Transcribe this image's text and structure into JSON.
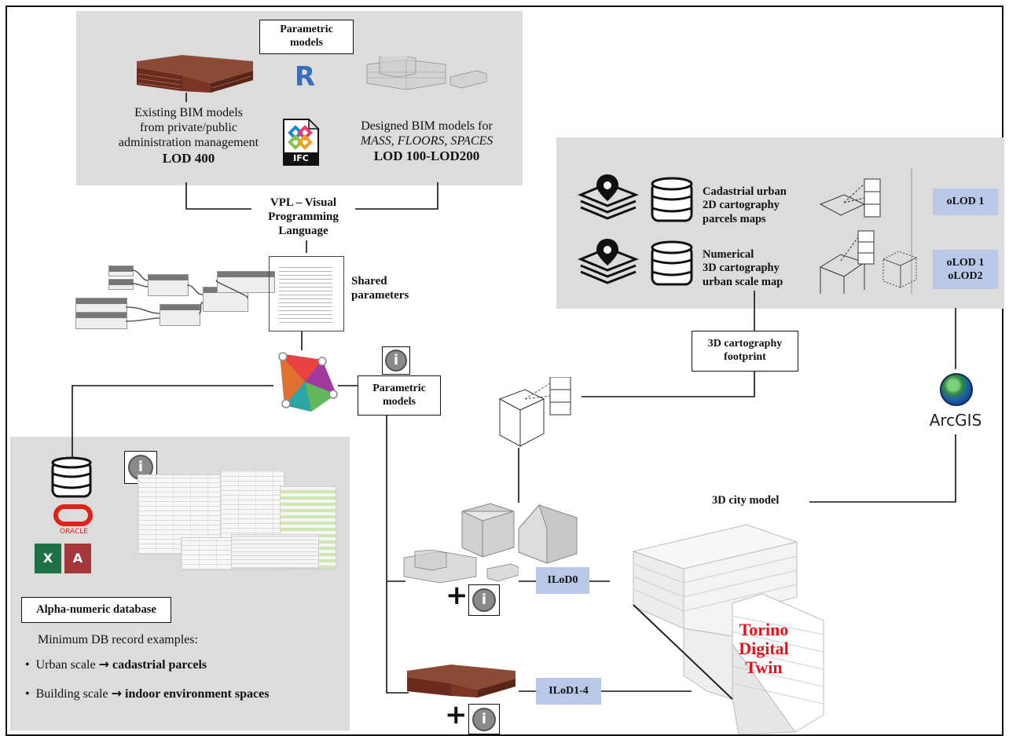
{
  "top_panel": {
    "param_box": "Parametric\nmodels",
    "existing": {
      "line1": "Existing  BIM models",
      "line2": "from private/public",
      "line3": "administration management",
      "lod": "LOD 400"
    },
    "designed": {
      "line1": "Designed  BIM models for",
      "line2": "MASS, FLOORS, SPACES",
      "lod": "LOD 100-LOD200"
    },
    "revit_letter": "R",
    "ifc_label": "IFC"
  },
  "vpl": {
    "line1": "VPL – Visual",
    "line2": "Programming",
    "line3": "Language"
  },
  "shared": {
    "line1": "Shared",
    "line2": "parameters"
  },
  "param_box2": "Parametric\nmodels",
  "right_panel": {
    "cadastral": {
      "line1": "Cadastrial urban",
      "line2": "2D cartography",
      "line3": "parcels maps"
    },
    "numerical": {
      "line1": "Numerical",
      "line2": "3D cartography",
      "line3": "urban scale map"
    },
    "olod1": "oLOD 1",
    "olod12": "oLOD 1\noLOD2"
  },
  "footprint_box": "3D cartography\nfootprint",
  "arcgis_label": "ArcGIS",
  "city_model_label": "3D city model",
  "db_panel": {
    "oracle_label": "ORACLE",
    "title": "Alpha-numeric database",
    "intro": "Minimum  DB record examples:",
    "item1_prefix": "Urban scale",
    "item1_bold": "cadastrial parcels",
    "item2_prefix": "Building  scale",
    "item2_bold": "indoor environment spaces",
    "arrow": "→",
    "bullet": "•"
  },
  "ilod0": "ILoD0",
  "ilod14": "ILoD1-4",
  "torino": "Torino\nDigital\nTwin",
  "info_glyph": "i",
  "plus_glyph": "+",
  "colors": {
    "panel": "#dcdcdc",
    "tag": "#b8c8e6",
    "torino": "#e8121a",
    "brick": "#6b2a1e"
  }
}
